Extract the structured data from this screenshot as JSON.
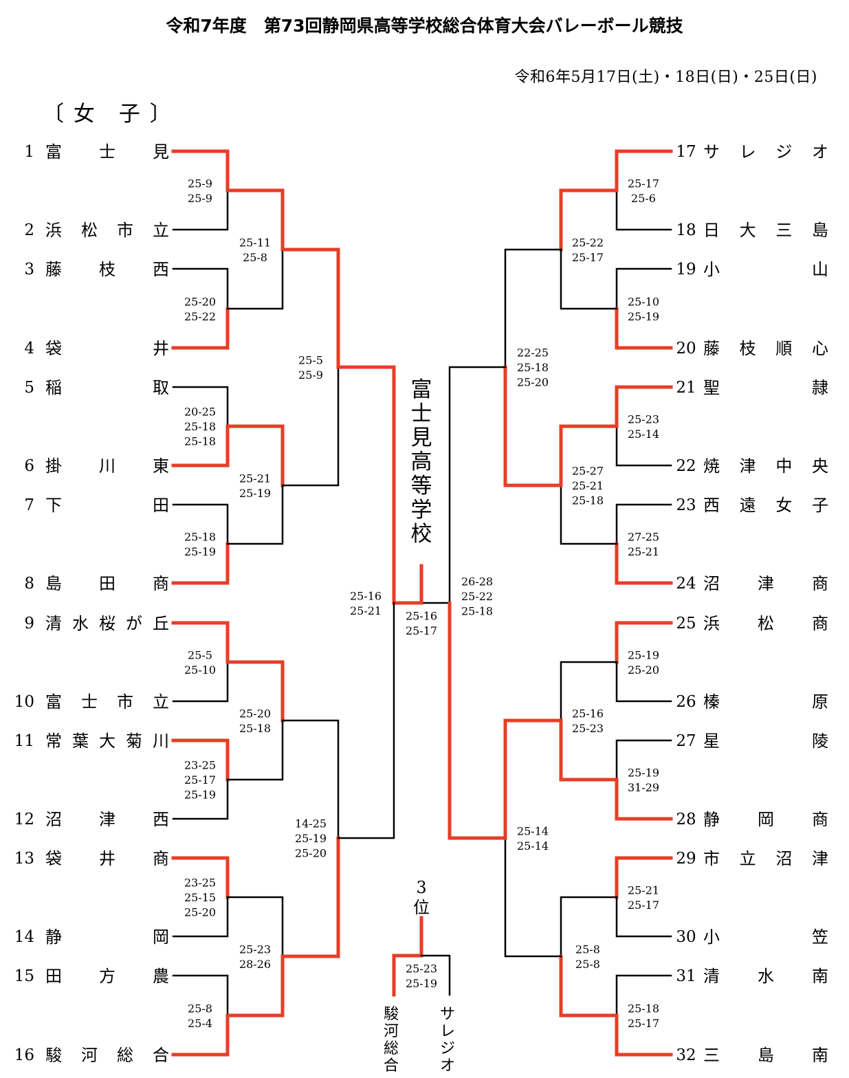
{
  "header": {
    "title": "令和7年度　第73回静岡県高等学校総合体育大会バレーボール競技",
    "date": "令和6年5月17日(土)・18日(日)・25日(日)",
    "division": "〔 女　子 〕"
  },
  "colors": {
    "winner_line": "#e63e27",
    "loser_line": "#000000"
  },
  "teams": [
    {
      "no": "1",
      "name": "富士見"
    },
    {
      "no": "2",
      "name": "浜松市立"
    },
    {
      "no": "3",
      "name": "藤枝西"
    },
    {
      "no": "4",
      "name": "袋井"
    },
    {
      "no": "5",
      "name": "稲取"
    },
    {
      "no": "6",
      "name": "掛川東"
    },
    {
      "no": "7",
      "name": "下田"
    },
    {
      "no": "8",
      "name": "島田商"
    },
    {
      "no": "9",
      "name": "清水桜が丘"
    },
    {
      "no": "10",
      "name": "富士市立"
    },
    {
      "no": "11",
      "name": "常葉大菊川"
    },
    {
      "no": "12",
      "name": "沼津西"
    },
    {
      "no": "13",
      "name": "袋井商"
    },
    {
      "no": "14",
      "name": "静岡"
    },
    {
      "no": "15",
      "name": "田方農"
    },
    {
      "no": "16",
      "name": "駿河総合"
    },
    {
      "no": "17",
      "name": "サレジオ"
    },
    {
      "no": "18",
      "name": "日大三島"
    },
    {
      "no": "19",
      "name": "小山"
    },
    {
      "no": "20",
      "name": "藤枝順心"
    },
    {
      "no": "21",
      "name": "聖隷"
    },
    {
      "no": "22",
      "name": "焼津中央"
    },
    {
      "no": "23",
      "name": "西遠女子"
    },
    {
      "no": "24",
      "name": "沼津商"
    },
    {
      "no": "25",
      "name": "浜松商"
    },
    {
      "no": "26",
      "name": "榛原"
    },
    {
      "no": "27",
      "name": "星陵"
    },
    {
      "no": "28",
      "name": "静岡商"
    },
    {
      "no": "29",
      "name": "市立沼津"
    },
    {
      "no": "30",
      "name": "小笠"
    },
    {
      "no": "31",
      "name": "清水南"
    },
    {
      "no": "32",
      "name": "三島南"
    }
  ],
  "scores": {
    "left_r1": [
      [
        "25-9",
        "25-9"
      ],
      [
        "25-20",
        "25-22"
      ],
      [
        "20-25",
        "25-18",
        "25-18"
      ],
      [
        "25-18",
        "25-19"
      ],
      [
        "25-5",
        "25-10"
      ],
      [
        "23-25",
        "25-17",
        "25-19"
      ],
      [
        "23-25",
        "25-15",
        "25-20"
      ],
      [
        "25-8",
        "25-4"
      ]
    ],
    "left_r2": [
      [
        "25-11",
        "25-8"
      ],
      [
        "25-21",
        "25-19"
      ],
      [
        "25-20",
        "25-18"
      ],
      [
        "25-23",
        "28-26"
      ]
    ],
    "left_r3": [
      [
        "25-5",
        "25-9"
      ],
      [
        "14-25",
        "25-19",
        "25-20"
      ]
    ],
    "left_sf": [
      "25-16",
      "25-21"
    ],
    "right_r1": [
      [
        "25-17",
        "25-6"
      ],
      [
        "25-10",
        "25-19"
      ],
      [
        "25-23",
        "25-14"
      ],
      [
        "27-25",
        "25-21"
      ],
      [
        "25-19",
        "25-20"
      ],
      [
        "25-19",
        "31-29"
      ],
      [
        "25-21",
        "25-17"
      ],
      [
        "25-18",
        "25-17"
      ]
    ],
    "right_r2": [
      [
        "25-22",
        "25-17"
      ],
      [
        "25-27",
        "25-21",
        "25-18"
      ],
      [
        "25-16",
        "25-23"
      ],
      [
        "25-8",
        "25-8"
      ]
    ],
    "right_r3": [
      [
        "22-25",
        "25-18",
        "25-20"
      ],
      [
        "25-14",
        "25-14"
      ]
    ],
    "right_sf": [
      "26-28",
      "25-22",
      "25-18"
    ],
    "final": [
      "25-16",
      "25-17"
    ],
    "third": [
      "25-23",
      "25-19"
    ]
  },
  "champion": "富士見高等学校",
  "third_place": {
    "label_number": "3",
    "label_word": "位",
    "left_team": "駿河総合",
    "right_team": "サレジオ"
  }
}
